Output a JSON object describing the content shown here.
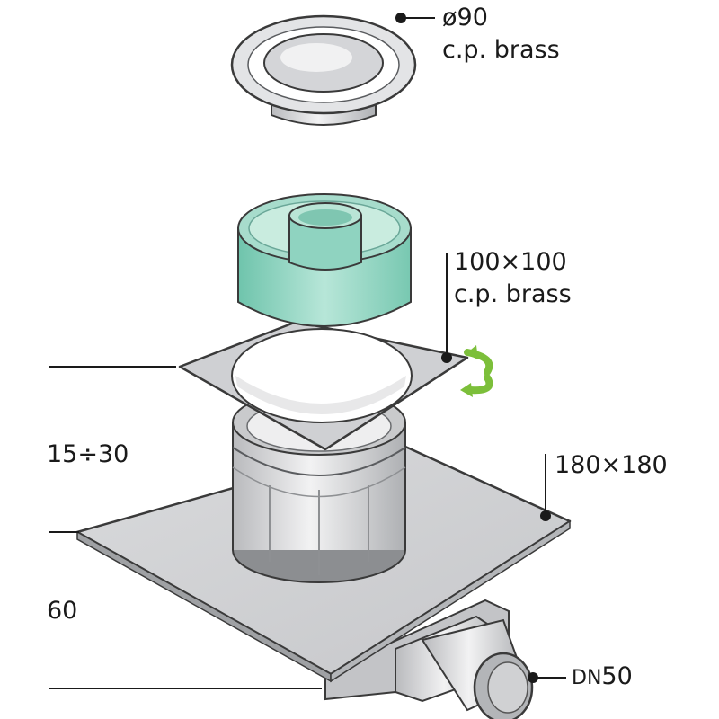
{
  "labels": {
    "cap_size": "ø90",
    "cap_material": "c.p. brass",
    "grate_size": "100×100",
    "grate_material": "c.p. brass",
    "base_size": "180×180",
    "height_adjust": "15÷30",
    "height_body": "60",
    "outlet_prefix": "DN",
    "outlet_size": "50"
  },
  "colors": {
    "metal": "#d6d7d9",
    "metal_dark": "#a9abae",
    "outline": "#3a3a3a",
    "trap_green": "#8fd3c0",
    "arrow_green": "#7cbf3a"
  },
  "icons": [
    "rotate-arrows-icon"
  ]
}
